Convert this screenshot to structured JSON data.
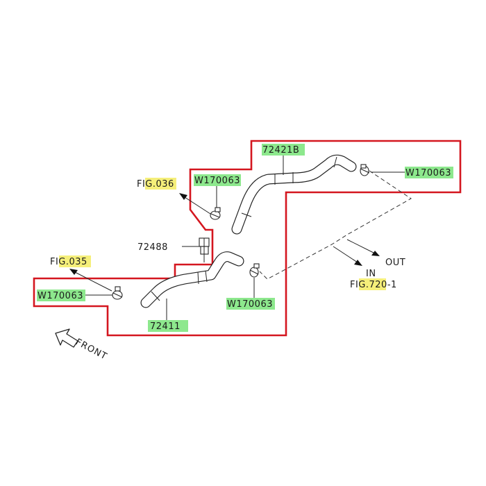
{
  "colors": {
    "outline": "#d4161f",
    "highlight_green": "#8de88d",
    "highlight_yellow": "#f5ef7a",
    "line": "#222222"
  },
  "labels": {
    "part_72421b": "72421B",
    "part_72411": "72411",
    "part_72488": "72488",
    "clamp_upper_left": "W170063",
    "clamp_upper_right": "W170063",
    "clamp_lower_left": "W170063",
    "clamp_lower_right": "W170063",
    "fig_036": "FIG.036",
    "fig_035": "FIG.035",
    "out_label": "OUT",
    "in_label": "IN",
    "fig_720": "FIG.720-1",
    "front_label": "FRONT"
  },
  "icons": {
    "front_arrow": "hollow-arrow-icon",
    "clamps": "hose-clamp-icon",
    "connector": "connector-icon"
  }
}
